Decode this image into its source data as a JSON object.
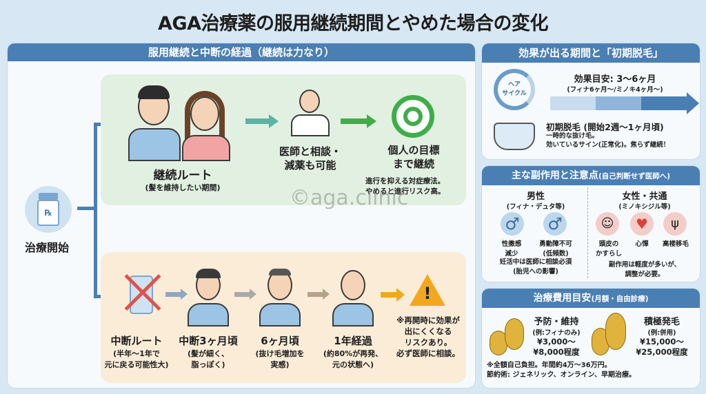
{
  "title": "AGA治療薬の服用継続期間とやめた場合の変化",
  "left": {
    "header": "服用継続と中断の経過（継続は力なり）",
    "start_label": "治療開始",
    "continue": {
      "route_title": "継続ルート",
      "route_sub": "(髪を維持したい期間)",
      "doctor_title": "医師と相談・\n減薬も可能",
      "goal_title": "個人の目標\nまで継続",
      "goal_note": "進行を抑える対症療法。\nやめると進行リスク高。"
    },
    "stop": {
      "steps": [
        {
          "title": "中断ルート",
          "sub": "(半年〜1年で\n元に戻る可能性大)"
        },
        {
          "title": "中断3ヶ月頃",
          "sub": "(髪が細く、\n脂っぽく)"
        },
        {
          "title": "6ヶ月頃",
          "sub": "(抜け毛増加を\n実感)"
        },
        {
          "title": "1年経過",
          "sub": "(約80%が再発、\n元の状態へ)"
        }
      ],
      "warning": "※再開時に効果が\n出にくくなる\nリスクあり。\n必ず医師に相談。"
    },
    "watermark": "©aga.clinic"
  },
  "effect": {
    "header": "効果が出る期間と「初期脱毛」",
    "cycle_label": "ヘア\nサイクル",
    "target": "効果目安: 3〜6ヶ月",
    "target_sub": "(フィナ6ヶ月〜/ミノキ4ヶ月〜)",
    "shedding_title": "初期脱毛 (開始2週〜1ヶ月頃)",
    "shedding_text": "一時的な抜け毛。\n効いているサイン(正常化)。焦らず継続！"
  },
  "side": {
    "header": "主な副作用と注意点",
    "header_sub": "(自己判断せず医師へ)",
    "male": {
      "title": "男性",
      "sub": "(フィナ・デュタ等)",
      "items": [
        "性撒感\n減少",
        "勇動障不可\n(低頻数)"
      ],
      "note": "妊活中は医師に相談必須\n(胎児への影響)"
    },
    "female": {
      "title": "女性・共通",
      "sub": "(ミノキシジル等)",
      "items": [
        "頭皮の\nかすらし",
        "心憚",
        "高楼移毛"
      ],
      "note": "副作用は軽度が多いが、\n調整が必要。"
    }
  },
  "cost": {
    "header": "治療費用目安",
    "header_sub": "(月額・自由診療)",
    "plans": [
      {
        "title": "予防・維持",
        "sub": "(例:フィナのみ)",
        "price": "¥3,000〜\n¥8,000程度"
      },
      {
        "title": "積極発毛",
        "sub": "(例:併用)",
        "price": "¥15,000〜\n¥25,000程度"
      }
    ],
    "note": "※全額自己負担。年間約4万〜36万円。\n節約術: ジェネリック、オンライン、早期治療。"
  },
  "colors": {
    "header": "#4a7fb4",
    "continue_bg": "#e2f0e1",
    "stop_bg": "#fbecd8",
    "warning": "#f2a81d"
  }
}
